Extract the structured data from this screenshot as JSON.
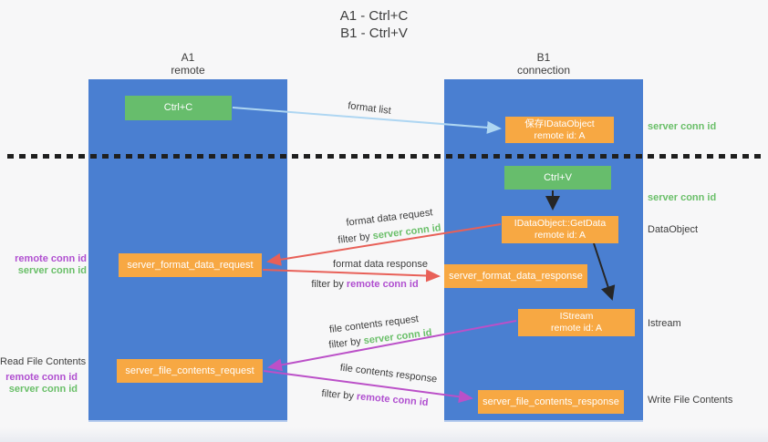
{
  "title": {
    "line1": "A1 - Ctrl+C",
    "line2": "B1 - Ctrl+V"
  },
  "columns": [
    {
      "name": "A1",
      "subtitle": "remote"
    },
    {
      "name": "B1",
      "subtitle": "connection"
    }
  ],
  "nodes": {
    "ctrl_c": "Ctrl+C",
    "ctrl_v": "Ctrl+V",
    "save_idataobject": {
      "title": "保存IDataObject",
      "subtitle": "remote id: A"
    },
    "getdata": {
      "title": "IDataObject::GetData",
      "subtitle": "remote id: A"
    },
    "istream": {
      "title": "IStream",
      "subtitle": "remote id: A"
    },
    "format_request": "server_format_data_request",
    "format_response": "server_format_data_response",
    "file_request": "server_file_contents_request",
    "file_response": "server_file_contents_response"
  },
  "edge_labels": {
    "format_list": "format list",
    "format_data_request": "format data request",
    "format_data_response": "format data response",
    "file_contents_request": "file contents request",
    "file_contents_response": "file contents response",
    "filter_by": "filter by ",
    "server_conn_id": "server conn id",
    "remote_conn_id": "remote conn id"
  },
  "side_labels": {
    "read_file_contents": "Read File Contents",
    "write_file_contents": "Write File Contents",
    "dataobject": "DataObject",
    "istream": "Istream"
  },
  "colors": {
    "column_blue": "#4a7fd1",
    "box_green": "#67bd6c",
    "box_orange": "#f7a843",
    "arrow_blue": "#aed6f2",
    "arrow_red": "#e86058",
    "arrow_purple": "#bb50c8",
    "arrow_black": "#262626",
    "text_green": "#6abf69",
    "text_purple": "#b04fd0",
    "text_dark": "#3d3d3d"
  }
}
